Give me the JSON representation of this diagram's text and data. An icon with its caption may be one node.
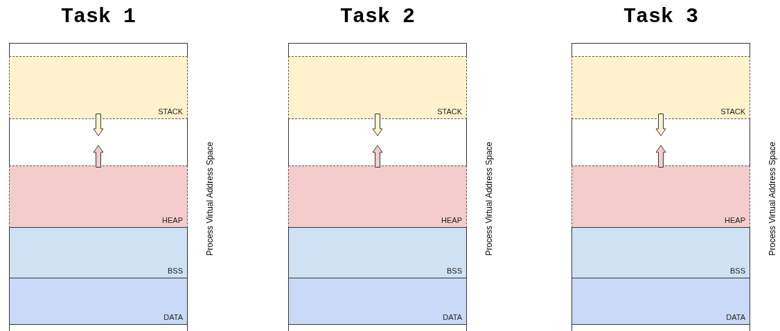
{
  "diagram": {
    "nodes": [
      {
        "text": [
          "Task 1"
        ],
        "beside": [
          "Process Virtual Address Space"
        ]
      },
      {
        "text": [
          "STACK"
        ],
        "in": 0
      },
      {
        "text": [
          "HEAP"
        ],
        "in": 0
      },
      {
        "text": [
          "BSS"
        ],
        "in": 0
      },
      {
        "text": [
          "DATA"
        ],
        "in": 0
      },
      {
        "text": [
          "Task 2"
        ],
        "beside": [
          "Process Virtual Address Space"
        ]
      },
      {
        "text": [
          "STACK"
        ],
        "in": 5
      },
      {
        "text": [
          "HEAP"
        ],
        "in": 5
      },
      {
        "text": [
          "BSS"
        ],
        "in": 5
      },
      {
        "text": [
          "DATA"
        ],
        "in": 5
      },
      {
        "text": [
          "Task 3"
        ],
        "beside": [
          "Process Virtual Address Space"
        ]
      },
      {
        "text": [
          "STACK"
        ],
        "in": 10
      },
      {
        "text": [
          "HEAP"
        ],
        "in": 10
      },
      {
        "text": [
          "BSS"
        ],
        "in": 10
      },
      {
        "text": [
          "DATA"
        ],
        "in": 10
      }
    ]
  }
}
